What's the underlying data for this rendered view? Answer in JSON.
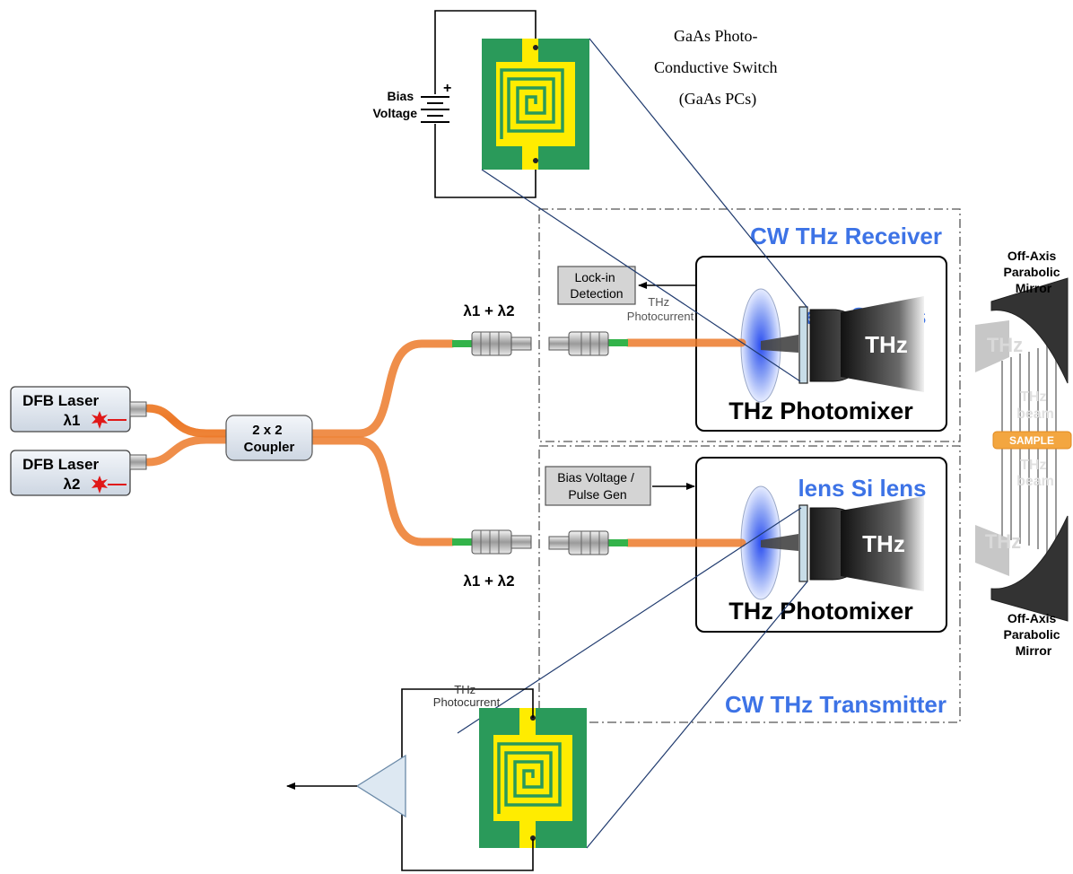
{
  "labels": {
    "gaas_pcs": [
      "GaAs Photo-",
      "Conductive Switch",
      "(GaAs PCs)"
    ],
    "bias_voltage": [
      "Bias",
      "Voltage"
    ],
    "bias_sign": "+",
    "cw_receiver": "CW THz Receiver",
    "cw_transmitter": "CW THz Transmitter",
    "lockin": [
      "Lock-in",
      "Detection"
    ],
    "bias_pulse": [
      "Bias Voltage /",
      "Pulse Gen"
    ],
    "thz_photocurrent_rx": [
      "THz",
      "Photocurrent"
    ],
    "thz_photocurrent_tx": [
      "THz",
      "Photocurrent"
    ],
    "lens_si_lens_rx": "lens Si lens",
    "lens_si_lens_tx": "lens Si lens",
    "thz_rx": "THz",
    "thz_tx": "THz",
    "photomixer_rx": "THz Photomixer",
    "photomixer_tx": "THz Photomixer",
    "lambda_sum_top": "λ1 + λ2",
    "lambda_sum_bottom": "λ1 + λ2",
    "dfb1": [
      "DFB Laser",
      "λ1"
    ],
    "dfb2": [
      "DFB Laser",
      "λ2"
    ],
    "coupler": [
      "2 x 2",
      "Coupler"
    ],
    "mirror_top": [
      "Off-Axis",
      "Parabolic",
      "Mirror"
    ],
    "mirror_bottom": [
      "Off-Axis",
      "Parabolic",
      "Mirror"
    ],
    "thz_mirror_top": "THz",
    "thz_mirror_bottom": "THz",
    "thz_beam_top": [
      "THz",
      "beam"
    ],
    "thz_beam_bottom": [
      "THz",
      "beam"
    ],
    "sample": "SAMPLE"
  },
  "colors": {
    "fiber": "#f07f2c",
    "fiber_green": "#33b34a",
    "chip_green": "#2a9a5a",
    "electrode": "#ffec00",
    "accent_blue": "#3d73e6",
    "box_grey": "#d4d4d4",
    "module_grey": "#dde4ee",
    "sample": "#f3a640"
  }
}
